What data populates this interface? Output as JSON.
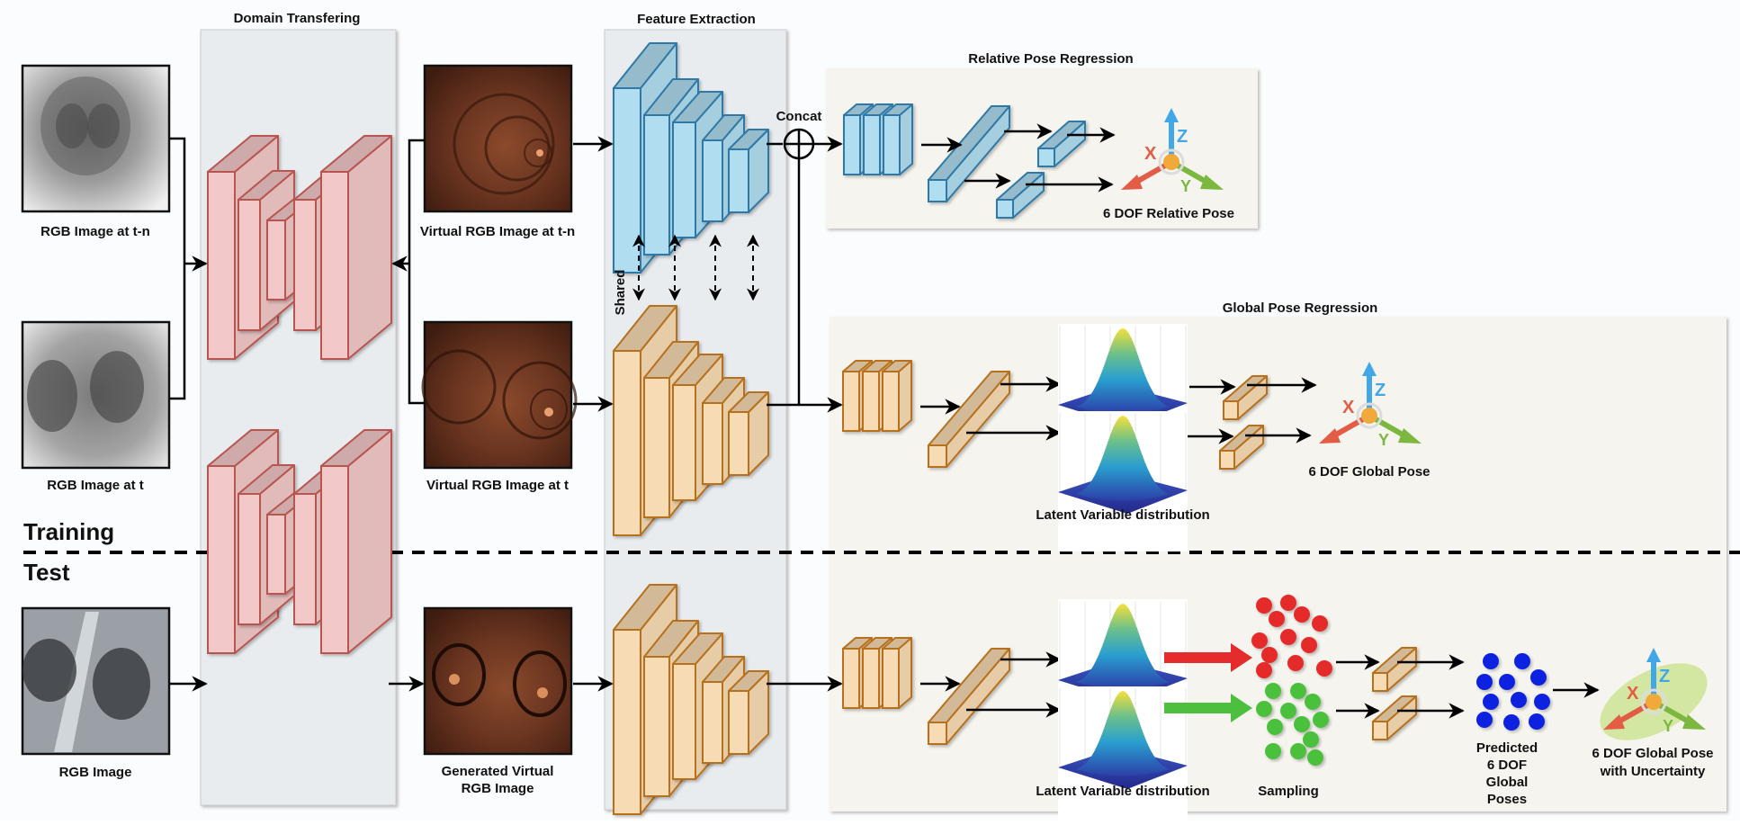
{
  "panels": {
    "domain_transfer": {
      "title": "Domain Transfering"
    },
    "feature_extraction": {
      "title": "Feature Extraction"
    },
    "relative_pose": {
      "title": "Relative Pose Regression"
    },
    "global_pose": {
      "title": "Global Pose Regression"
    }
  },
  "phases": {
    "training": "Training",
    "test": "Test"
  },
  "images": {
    "rgb_tn": "RGB Image at t-n",
    "rgb_t": "RGB Image at t",
    "virtual_tn": "Virtual RGB Image at t-n",
    "virtual_t": "Virtual RGB Image at t",
    "rgb_test": "RGB Image",
    "generated_virtual_line1": "Generated Virtual",
    "generated_virtual_line2": "RGB Image"
  },
  "labels": {
    "concat": "Concat",
    "shared": "Shared",
    "relative_output": "6 DOF Relative Pose",
    "global_output": "6 DOF Global Pose",
    "latent_train": "Latent Variable distribution",
    "latent_test": "Latent Variable distribution",
    "sampling": "Sampling",
    "predicted_line1": "Predicted",
    "predicted_line2": "6 DOF",
    "predicted_line3": "Global",
    "predicted_line4": "Poses",
    "uncertainty_line1": "6 DOF Global Pose",
    "uncertainty_line2": "with Uncertainty"
  },
  "axes": {
    "x": "X",
    "y": "Y",
    "z": "Z"
  },
  "colors": {
    "domain_block_fill": "#f2c8c8",
    "domain_block_stroke": "#b85450",
    "blue_block_fill": "#b1ddf0",
    "blue_block_stroke": "#2f79a8",
    "orange_block_fill": "#f7dbb4",
    "orange_block_stroke": "#b7701f",
    "panel_gray": "#e9ecef",
    "panel_beige": "#f6f4ee",
    "axis_x": "#e35c45",
    "axis_y": "#7cb83f",
    "axis_z": "#41a7e6",
    "origin": "#f2a93b",
    "samples_red": "#e52b2b",
    "samples_green": "#4cc03e",
    "poses_blue": "#0b24e0",
    "uncertainty_ellipse": "#cfe59a"
  }
}
